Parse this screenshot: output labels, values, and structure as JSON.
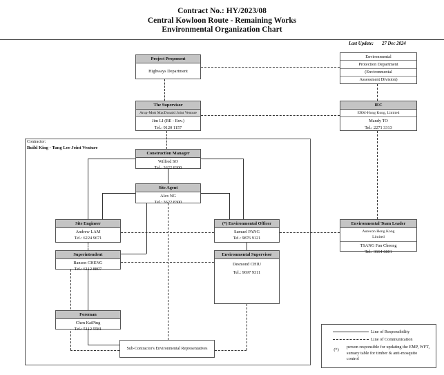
{
  "header": {
    "title_line1": "Contract No.: HY/2023/08",
    "title_line2": "Central Kowloon Route - Remaining Works",
    "title_line3": "Environmental Organization Chart",
    "last_update_label": "Last Update:",
    "last_update_value": "27 Dec 2024"
  },
  "nodes": {
    "project_proponent": {
      "title": "Project Proponent",
      "org": "Highways Department"
    },
    "epd": {
      "lines": [
        "Environmental",
        "Protection Department",
        "(Environmental",
        "Assessment Division)"
      ]
    },
    "supervisor": {
      "title": "The Supervisor",
      "org": "Arup-Mott MacDonald Joint Venture",
      "name": "Jim LI (RE - Env.)",
      "tel": "Tel.: 9120 1157"
    },
    "iec": {
      "title": "IEC",
      "org": "ERM-Hong Kong, Limited",
      "name": "Mandy TO",
      "tel": "Tel.: 2271 3313"
    },
    "contractor": {
      "label": "Contractor:",
      "name": "Build King - Tung Lee Joint Venture"
    },
    "construction_manager": {
      "title": "Construction Manager",
      "name": "Wilfred SO",
      "tel": "Tel.: 3622 8300"
    },
    "site_agent": {
      "title": "Site Agent",
      "name": "Alex NG",
      "tel": "Tel.: 3622 8300"
    },
    "site_engineer": {
      "title": "Site Engineer",
      "name": "Andrew LAM",
      "tel": "Tel.: 6224 9671"
    },
    "environmental_officer": {
      "title": "(*) Environmental Officer",
      "name": "Samuel PANG",
      "tel": "Tel.: 9876 9121"
    },
    "environmental_team_leader": {
      "title": "Environmental Team Leader",
      "org_line1": "Aurecon Hong Kong",
      "org_line2": "Limited",
      "name": "TSANG Fan Cheong",
      "tel": "Tel.: 3664 6801"
    },
    "superintendent": {
      "title": "Superintendent",
      "name": "Banson CHENG",
      "tel": "Tel.: 6112 8807"
    },
    "environmental_supervisor": {
      "title": "Environmental Supervisor",
      "name": "Desmond CHIU",
      "tel": "Tel.: 9697 9311"
    },
    "foreman": {
      "title": "Foreman",
      "name": "Chen KaiPing",
      "tel": "Tel.: 5112 5581"
    },
    "subcontractor": {
      "label": "Sub-Contractor's Environmental Representatives"
    }
  },
  "legend": {
    "responsibility": "Line of Responsibility",
    "communication": "Line of Communication",
    "asterisk_symbol": "(*)",
    "asterisk_note": "person responsible for updating the EMP, WFT, sumary table for timber & anti-mosquito control"
  },
  "colors": {
    "header_fill": "#c4c4c4",
    "subrow_fill": "#d6d6d6",
    "line": "#333333"
  }
}
